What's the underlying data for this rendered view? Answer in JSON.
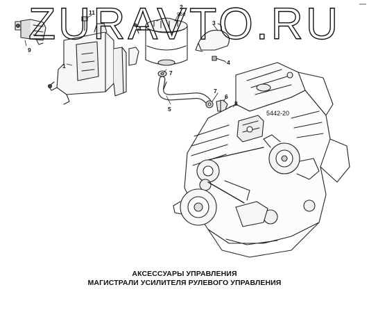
{
  "watermark": {
    "text": "ZURAVTO.RU"
  },
  "diagram": {
    "part_callouts": [
      "1",
      "2",
      "3",
      "4",
      "4",
      "5",
      "6",
      "7",
      "7",
      "8",
      "9",
      "11"
    ],
    "callout_2_sub": "960",
    "reference_code": "5442-20"
  },
  "caption": {
    "line1": "АКСЕССУАРЫ УПРАВЛЕНИЯ",
    "line2": "МАГИСТРАЛИ УСИЛИТЕЛЯ РУЛЕВОГО УПРАВЛЕНИЯ"
  }
}
